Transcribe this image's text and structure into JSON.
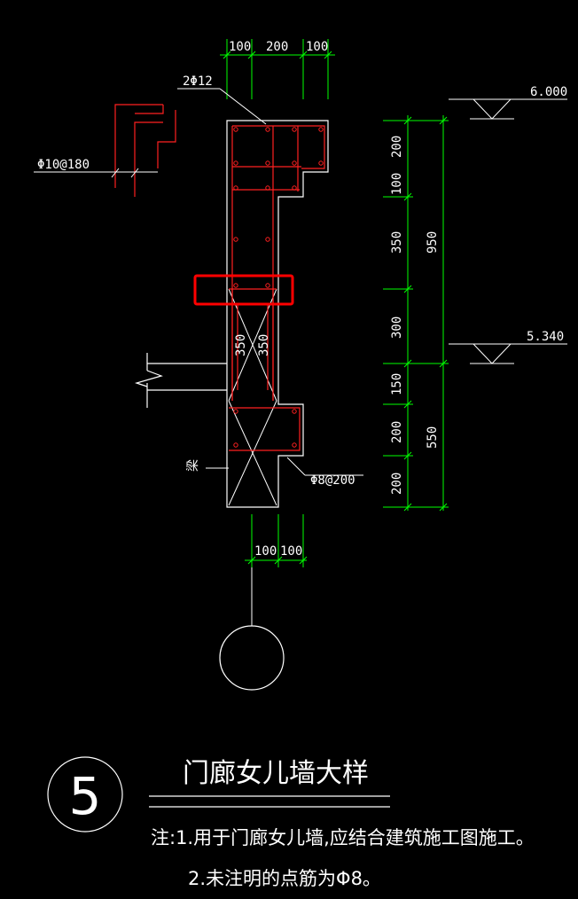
{
  "colors": {
    "background": "#000000",
    "outline": "#ffffff",
    "dimension": "#00ff00",
    "rebar": "#ff2020",
    "highlight": "#ff0000",
    "title_text": "#ffffff"
  },
  "top_dims": [
    "100",
    "200",
    "100"
  ],
  "bottom_dims": [
    "100",
    "100"
  ],
  "labels": {
    "top_bars": "2Φ12",
    "stirrup_top": "Φ10@180",
    "stirrup_bottom": "Φ8@200",
    "beam": "梁",
    "inner_350_a": "350",
    "inner_350_b": "350"
  },
  "vertical_dims": [
    "200",
    "100",
    "350",
    "300",
    "150",
    "200",
    "200"
  ],
  "vertical_totals": [
    "950",
    "550"
  ],
  "elevations": [
    "6.000",
    "5.340"
  ],
  "detail_number": "5",
  "title": "门廊女儿墙大样",
  "notes": [
    "注:1.用于门廊女儿墙,应结合建筑施工图施工。",
    "2.未注明的点筋为Φ8。"
  ]
}
